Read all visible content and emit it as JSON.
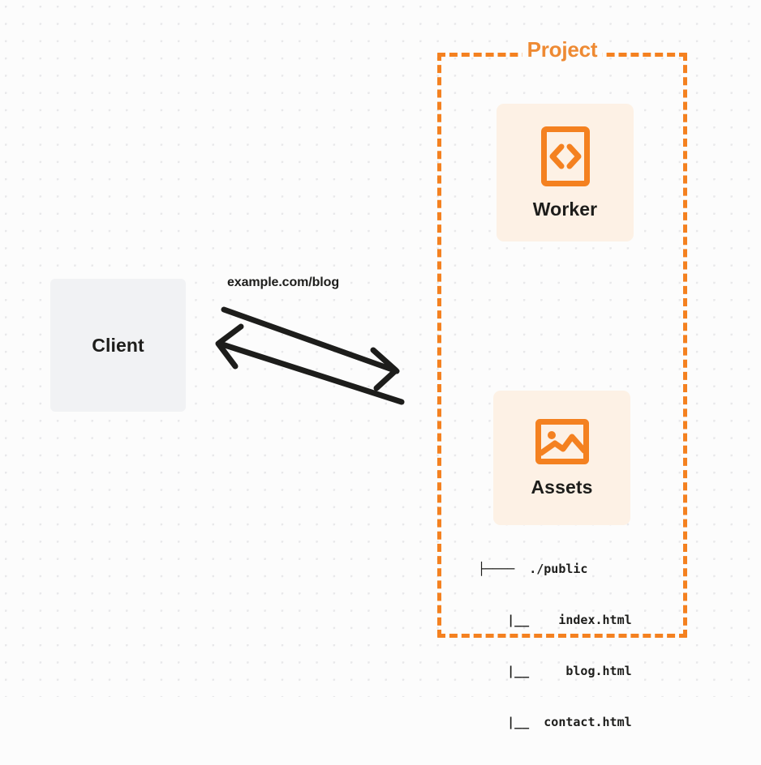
{
  "diagram": {
    "title": "Worker with static assets request flow",
    "background": {
      "color": "#fcfcfc",
      "dot_color": "#e8e8ea",
      "pattern": "dot-grid"
    },
    "colors": {
      "accent_orange": "#f48120",
      "title_orange": "#ee8a33",
      "card_fill": "#fdf1e5",
      "client_fill": "#f1f2f4",
      "text_dark": "#1d1d1b",
      "arrow": "#1d1d1b"
    },
    "client": {
      "label": "Client",
      "icon": "client-box"
    },
    "project": {
      "label": "Project",
      "border_style": "dashed",
      "nodes": [
        {
          "id": "worker",
          "label": "Worker",
          "icon": "code-file-icon"
        },
        {
          "id": "assets",
          "label": "Assets",
          "icon": "image-icon"
        }
      ]
    },
    "edges": [
      {
        "id": "request",
        "label": "example.com/blog",
        "direction": "client-to-project",
        "arrowhead": "right"
      },
      {
        "id": "response",
        "label": "",
        "direction": "project-to-client",
        "arrowhead": "left"
      }
    ],
    "file_tree": {
      "lines": [
        "├────  ./public",
        "    |__    index.html",
        "    |__     blog.html",
        "    |__  contact.html"
      ],
      "entries": [
        "./public",
        "index.html",
        "blog.html",
        "contact.html"
      ]
    }
  }
}
